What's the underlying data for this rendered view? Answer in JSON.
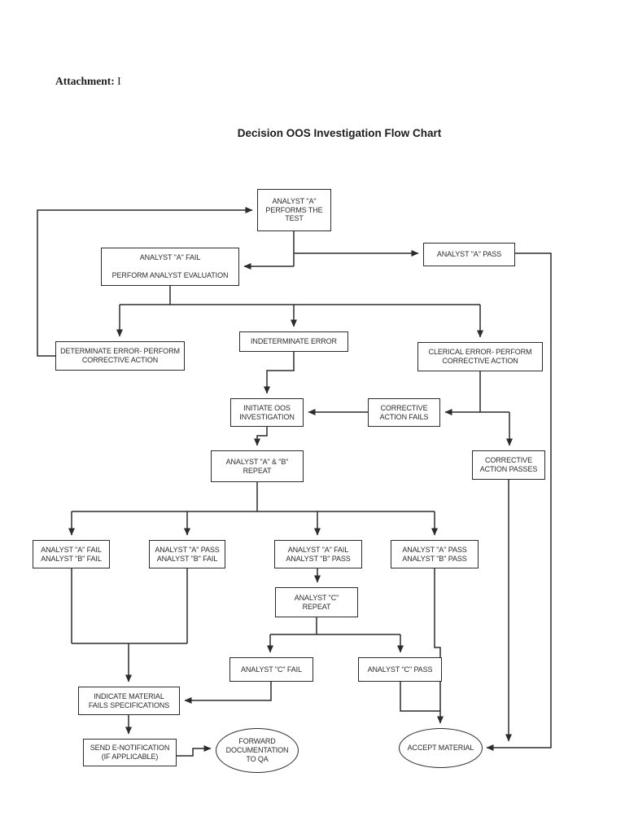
{
  "page": {
    "attachment_label": "Attachment:",
    "attachment_value": "I",
    "title": "Decision OOS Investigation Flow Chart",
    "line_color": "#2b2b2b",
    "background": "#ffffff"
  },
  "nodes": {
    "analyst_a_performs": {
      "label": "ANALYST \"A\"\nPERFORMS THE\nTEST"
    },
    "analyst_a_fail_eval": {
      "label": "ANALYST \"A\" FAIL\n\nPERFORM ANALYST EVALUATION"
    },
    "analyst_a_pass": {
      "label": "ANALYST \"A\" PASS"
    },
    "determinate_error": {
      "label": "DETERMINATE ERROR- PERFORM\nCORRECTIVE ACTION"
    },
    "indeterminate_error": {
      "label": "INDETERMINATE ERROR"
    },
    "clerical_error": {
      "label": "CLERICAL ERROR- PERFORM\nCORRECTIVE ACTION"
    },
    "initiate_oos": {
      "label": "INITIATE OOS\nINVESTIGATION"
    },
    "corrective_action_fails": {
      "label": "CORRECTIVE\nACTION FAILS"
    },
    "corrective_action_passes": {
      "label": "CORRECTIVE\nACTION PASSES"
    },
    "analyst_ab_repeat": {
      "label": "ANALYST \"A\" & \"B\"\nREPEAT"
    },
    "a_fail_b_fail": {
      "label": "ANALYST \"A\" FAIL\nANALYST \"B\" FAIL"
    },
    "a_pass_b_fail": {
      "label": "ANALYST \"A\" PASS\nANALYST \"B\" FAIL"
    },
    "a_fail_b_pass": {
      "label": "ANALYST \"A\" FAIL\nANALYST \"B\" PASS"
    },
    "a_pass_b_pass": {
      "label": "ANALYST \"A\" PASS\nANALYST \"B\" PASS"
    },
    "analyst_c_repeat": {
      "label": "ANALYST \"C\"\nREPEAT"
    },
    "analyst_c_fail": {
      "label": "ANALYST \"C\" FAIL"
    },
    "analyst_c_pass": {
      "label": "ANALYST \"C\" PASS"
    },
    "indicate_material_fails": {
      "label": "INDICATE MATERIAL\nFAILS SPECIFICATIONS"
    },
    "send_enotification": {
      "label": "SEND E-NOTIFICATION\n(IF APPLICABLE)"
    },
    "forward_documentation": {
      "label": "FORWARD\nDOCUMENTATION\nTO QA"
    },
    "accept_material": {
      "label": "ACCEPT MATERIAL"
    }
  }
}
